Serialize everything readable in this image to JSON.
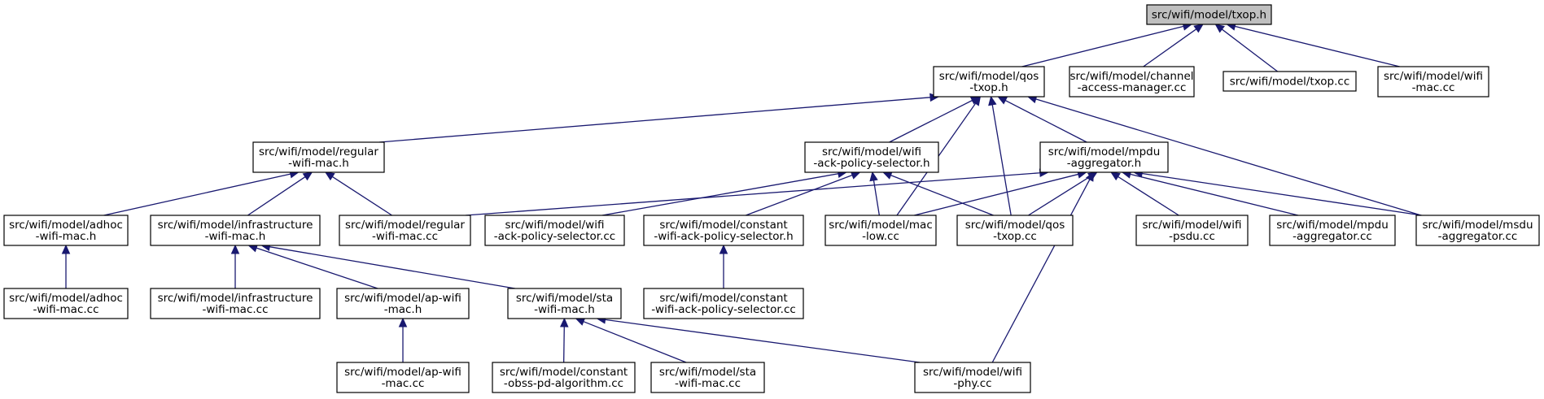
{
  "graph": {
    "nodes": [
      {
        "id": "txop_h",
        "lines": [
          "src/wifi/model/txop.h"
        ],
        "root": true
      },
      {
        "id": "qos_txop_h",
        "lines": [
          "src/wifi/model/qos",
          "-txop.h"
        ]
      },
      {
        "id": "channel_access_cc",
        "lines": [
          "src/wifi/model/channel",
          "-access-manager.cc"
        ]
      },
      {
        "id": "txop_cc",
        "lines": [
          "src/wifi/model/txop.cc"
        ]
      },
      {
        "id": "wifi_mac_cc",
        "lines": [
          "src/wifi/model/wifi",
          "-mac.cc"
        ]
      },
      {
        "id": "regular_h",
        "lines": [
          "src/wifi/model/regular",
          "-wifi-mac.h"
        ]
      },
      {
        "id": "ack_sel_h",
        "lines": [
          "src/wifi/model/wifi",
          "-ack-policy-selector.h"
        ]
      },
      {
        "id": "mpdu_agg_h",
        "lines": [
          "src/wifi/model/mpdu",
          "-aggregator.h"
        ]
      },
      {
        "id": "adhoc_h",
        "lines": [
          "src/wifi/model/adhoc",
          "-wifi-mac.h"
        ]
      },
      {
        "id": "infra_h",
        "lines": [
          "src/wifi/model/infrastructure",
          "-wifi-mac.h"
        ]
      },
      {
        "id": "regular_cc",
        "lines": [
          "src/wifi/model/regular",
          "-wifi-mac.cc"
        ]
      },
      {
        "id": "ack_sel_cc",
        "lines": [
          "src/wifi/model/wifi",
          "-ack-policy-selector.cc"
        ]
      },
      {
        "id": "const_ack_h",
        "lines": [
          "src/wifi/model/constant",
          "-wifi-ack-policy-selector.h"
        ]
      },
      {
        "id": "mac_low_cc",
        "lines": [
          "src/wifi/model/mac",
          "-low.cc"
        ]
      },
      {
        "id": "qos_txop_cc",
        "lines": [
          "src/wifi/model/qos",
          "-txop.cc"
        ]
      },
      {
        "id": "psdu_cc",
        "lines": [
          "src/wifi/model/wifi",
          "-psdu.cc"
        ]
      },
      {
        "id": "mpdu_agg_cc",
        "lines": [
          "src/wifi/model/mpdu",
          "-aggregator.cc"
        ]
      },
      {
        "id": "msdu_agg_cc",
        "lines": [
          "src/wifi/model/msdu",
          "-aggregator.cc"
        ]
      },
      {
        "id": "adhoc_cc",
        "lines": [
          "src/wifi/model/adhoc",
          "-wifi-mac.cc"
        ]
      },
      {
        "id": "infra_cc",
        "lines": [
          "src/wifi/model/infrastructure",
          "-wifi-mac.cc"
        ]
      },
      {
        "id": "ap_h",
        "lines": [
          "src/wifi/model/ap-wifi",
          "-mac.h"
        ]
      },
      {
        "id": "sta_h",
        "lines": [
          "src/wifi/model/sta",
          "-wifi-mac.h"
        ]
      },
      {
        "id": "const_ack_cc",
        "lines": [
          "src/wifi/model/constant",
          "-wifi-ack-policy-selector.cc"
        ]
      },
      {
        "id": "ap_cc",
        "lines": [
          "src/wifi/model/ap-wifi",
          "-mac.cc"
        ]
      },
      {
        "id": "const_obss_cc",
        "lines": [
          "src/wifi/model/constant",
          "-obss-pd-algorithm.cc"
        ]
      },
      {
        "id": "sta_cc",
        "lines": [
          "src/wifi/model/sta",
          "-wifi-mac.cc"
        ]
      },
      {
        "id": "wifi_phy_cc",
        "lines": [
          "src/wifi/model/wifi",
          "-phy.cc"
        ]
      }
    ],
    "edges": [
      {
        "from": "qos_txop_h",
        "to": "txop_h"
      },
      {
        "from": "channel_access_cc",
        "to": "txop_h"
      },
      {
        "from": "txop_cc",
        "to": "txop_h"
      },
      {
        "from": "wifi_mac_cc",
        "to": "txop_h"
      },
      {
        "from": "regular_h",
        "to": "qos_txop_h"
      },
      {
        "from": "ack_sel_h",
        "to": "qos_txop_h"
      },
      {
        "from": "mpdu_agg_h",
        "to": "qos_txop_h"
      },
      {
        "from": "mac_low_cc",
        "to": "qos_txop_h"
      },
      {
        "from": "qos_txop_cc",
        "to": "qos_txop_h"
      },
      {
        "from": "msdu_agg_cc",
        "to": "qos_txop_h"
      },
      {
        "from": "adhoc_h",
        "to": "regular_h"
      },
      {
        "from": "infra_h",
        "to": "regular_h"
      },
      {
        "from": "regular_cc",
        "to": "regular_h"
      },
      {
        "from": "ack_sel_cc",
        "to": "ack_sel_h"
      },
      {
        "from": "const_ack_h",
        "to": "ack_sel_h"
      },
      {
        "from": "mac_low_cc",
        "to": "ack_sel_h"
      },
      {
        "from": "qos_txop_cc",
        "to": "ack_sel_h"
      },
      {
        "from": "regular_cc",
        "to": "mpdu_agg_h"
      },
      {
        "from": "mac_low_cc",
        "to": "mpdu_agg_h"
      },
      {
        "from": "qos_txop_cc",
        "to": "mpdu_agg_h"
      },
      {
        "from": "psdu_cc",
        "to": "mpdu_agg_h"
      },
      {
        "from": "mpdu_agg_cc",
        "to": "mpdu_agg_h"
      },
      {
        "from": "msdu_agg_cc",
        "to": "mpdu_agg_h"
      },
      {
        "from": "wifi_phy_cc",
        "to": "mpdu_agg_h"
      },
      {
        "from": "adhoc_cc",
        "to": "adhoc_h"
      },
      {
        "from": "infra_cc",
        "to": "infra_h"
      },
      {
        "from": "ap_h",
        "to": "infra_h"
      },
      {
        "from": "sta_h",
        "to": "infra_h"
      },
      {
        "from": "const_ack_cc",
        "to": "const_ack_h"
      },
      {
        "from": "ap_cc",
        "to": "ap_h"
      },
      {
        "from": "const_obss_cc",
        "to": "sta_h"
      },
      {
        "from": "sta_cc",
        "to": "sta_h"
      },
      {
        "from": "wifi_phy_cc",
        "to": "sta_h"
      }
    ]
  },
  "colors": {
    "edge": "#191970",
    "root_fill": "#bfbfbf",
    "node_fill": "#ffffff",
    "border": "#000000"
  }
}
